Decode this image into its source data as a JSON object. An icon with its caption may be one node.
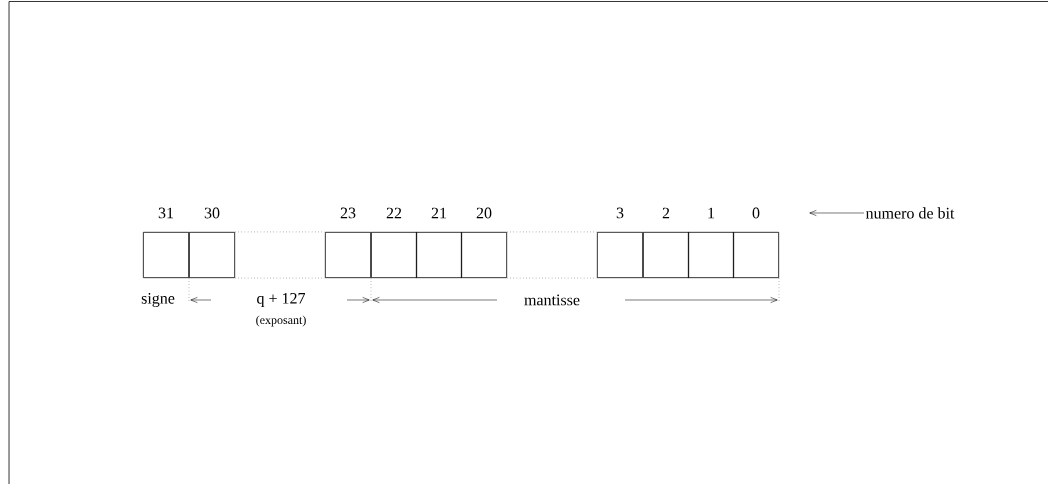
{
  "diagram": {
    "nodes": [
      {
        "text": [],
        "shape": "box",
        "beside": [
          "31"
        ]
      },
      {
        "text": [],
        "shape": "box",
        "beside": [
          "30"
        ]
      },
      {
        "text": [],
        "shape": "box",
        "beside": [
          "23"
        ]
      },
      {
        "text": [],
        "shape": "box",
        "beside": [
          "22"
        ]
      },
      {
        "text": [],
        "shape": "box",
        "beside": [
          "21"
        ]
      },
      {
        "text": [],
        "shape": "box",
        "beside": [
          "20"
        ]
      },
      {
        "text": [],
        "shape": "box",
        "beside": [
          "3"
        ]
      },
      {
        "text": [],
        "shape": "box",
        "beside": [
          "2"
        ]
      },
      {
        "text": [],
        "shape": "box",
        "beside": [
          "1"
        ]
      },
      {
        "text": [],
        "shape": "box",
        "beside": [
          "0"
        ]
      },
      {
        "text": [
          "numero de bit"
        ]
      }
    ],
    "edges": [
      {
        "from": 10,
        "to": null,
        "arrow": "to"
      },
      {
        "from": 1,
        "to": 2,
        "arrow": "none",
        "style": "dashed"
      },
      {
        "from": 1,
        "to": 2,
        "arrow": "none",
        "style": "dashed"
      },
      {
        "from": 5,
        "to": 6,
        "arrow": "none",
        "style": "dashed"
      },
      {
        "from": 5,
        "to": 6,
        "arrow": "none",
        "style": "dashed"
      }
    ],
    "labels": [
      "signe",
      "q + 127",
      "(exposant)",
      "mantisse"
    ]
  }
}
